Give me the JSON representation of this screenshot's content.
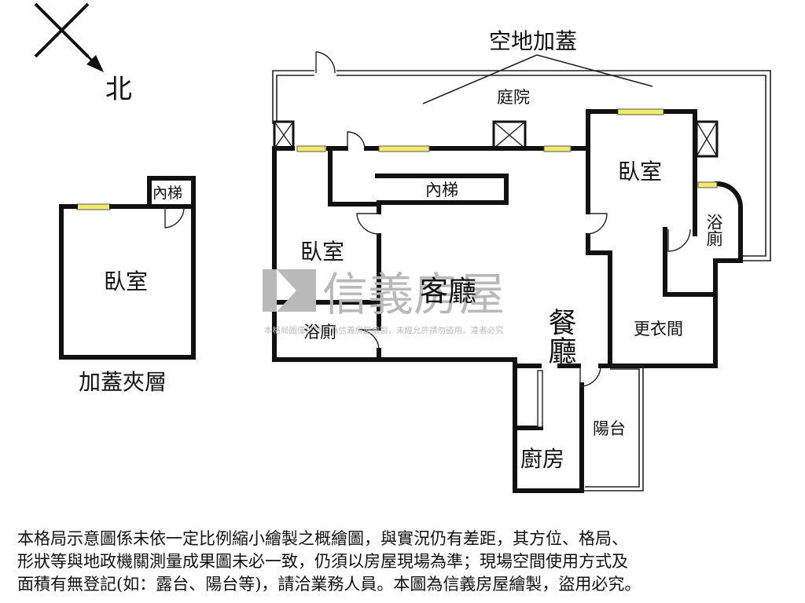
{
  "compass": {
    "north_label": "北"
  },
  "rooms": {
    "top_annex": "空地加蓋",
    "courtyard": "庭院",
    "stairs_main": "內梯",
    "bedroom_left": "臥室",
    "bathroom_left": "浴廁",
    "living_room": "客廳",
    "dining_room": "餐廳",
    "bedroom_right": "臥室",
    "bathroom_right": "浴廁",
    "walk_in_closet": "更衣間",
    "kitchen": "廚房",
    "balcony": "陽台"
  },
  "mezzanine": {
    "caption": "加蓋夾層",
    "stairs": "內梯",
    "bedroom": "臥室"
  },
  "watermark": {
    "brand": "信義房屋",
    "notice": "本格局圖僅供參考為信義房屋繪製，未經允許請勿盜用，違者必究"
  },
  "disclaimer": {
    "line1": "本格局示意圖係未依一定比例縮小繪製之概繪圖，與實況仍有差距，其方位、格局、",
    "line2": "形狀等與地政機關測量成果圖未必一致，仍須以房屋現場為準；現場空間使用方式及",
    "line3": "面積有無登記(如：露台、陽台等)，請洽業務人員。本圖為信義房屋繪製，盜用必究。"
  }
}
